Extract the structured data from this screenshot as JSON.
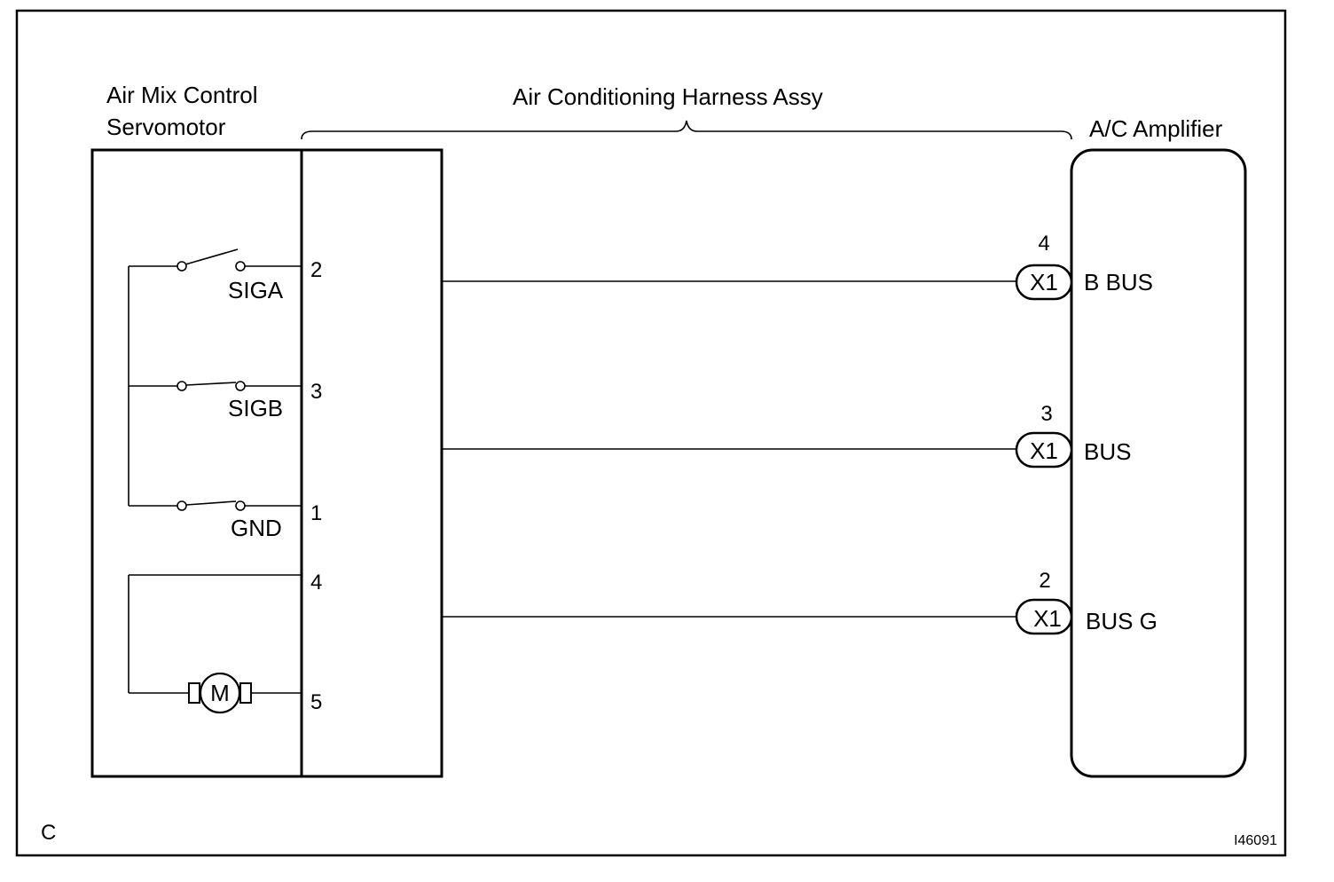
{
  "labels": {
    "servomotor_line1": "Air  Mix  Control",
    "servomotor_line2": "Servomotor",
    "harness": "Air Conditioning Harness Assy",
    "amplifier": "A/C Amplifier",
    "corner_code": "C",
    "figure_id": "I46091"
  },
  "switches": [
    {
      "name": "SIGA",
      "pin": "2",
      "state": "open"
    },
    {
      "name": "SIGB",
      "pin": "3",
      "state": "closed"
    },
    {
      "name": "GND",
      "pin": "1",
      "state": "closed"
    }
  ],
  "motor": {
    "symbol": "M",
    "pins": [
      "4",
      "5"
    ]
  },
  "connections": [
    {
      "pin": "4",
      "connector": "X1",
      "signal": "B BUS"
    },
    {
      "pin": "3",
      "connector": "X1",
      "signal": "BUS"
    },
    {
      "pin": "2",
      "connector": "X1",
      "signal": "BUS G"
    }
  ]
}
